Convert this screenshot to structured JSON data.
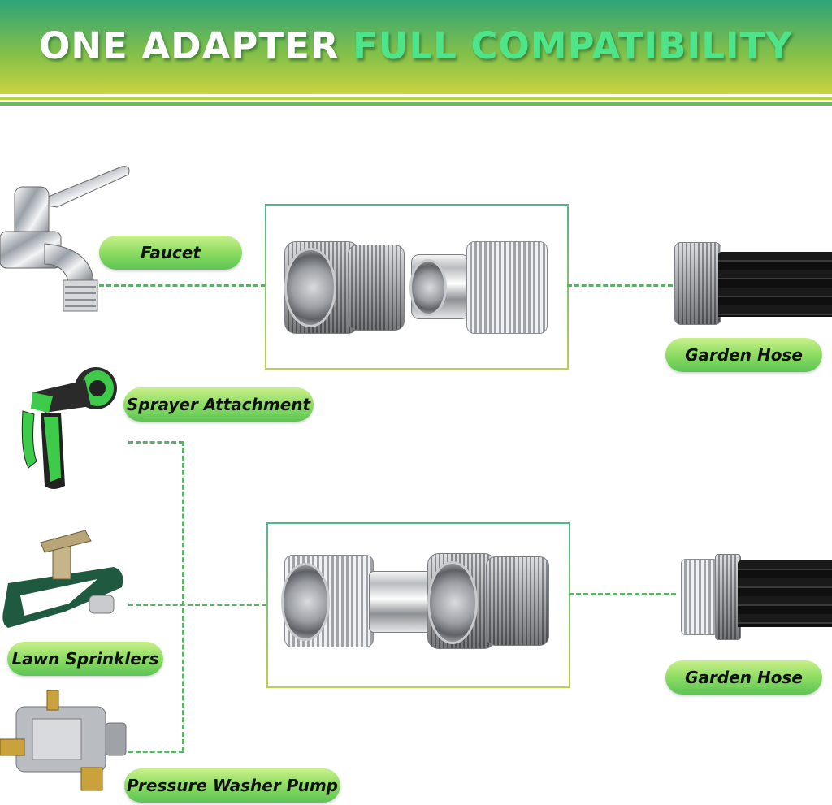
{
  "header": {
    "title_white": "ONE ADAPTER",
    "title_green": "FULL COMPATIBILITY"
  },
  "labels": {
    "faucet": "Faucet",
    "garden_hose_top": "Garden Hose",
    "sprayer": "Sprayer Attachment",
    "lawn": "Lawn Sprinklers",
    "garden_hose_bottom": "Garden Hose",
    "pressure": "Pressure Washer Pump"
  },
  "colors": {
    "banner_top": "#2ea37a",
    "banner_bottom": "#c9d340",
    "title_accent": "#4ee58a",
    "pill_green": "#8ddc62",
    "dash_line": "#5fae6a"
  },
  "icons": [
    "faucet-image",
    "sprayer-image",
    "sprinkler-image",
    "pump-image",
    "female-quick-connector-image",
    "male-quick-connector-image",
    "garden-hose-female-image",
    "garden-hose-male-image"
  ]
}
